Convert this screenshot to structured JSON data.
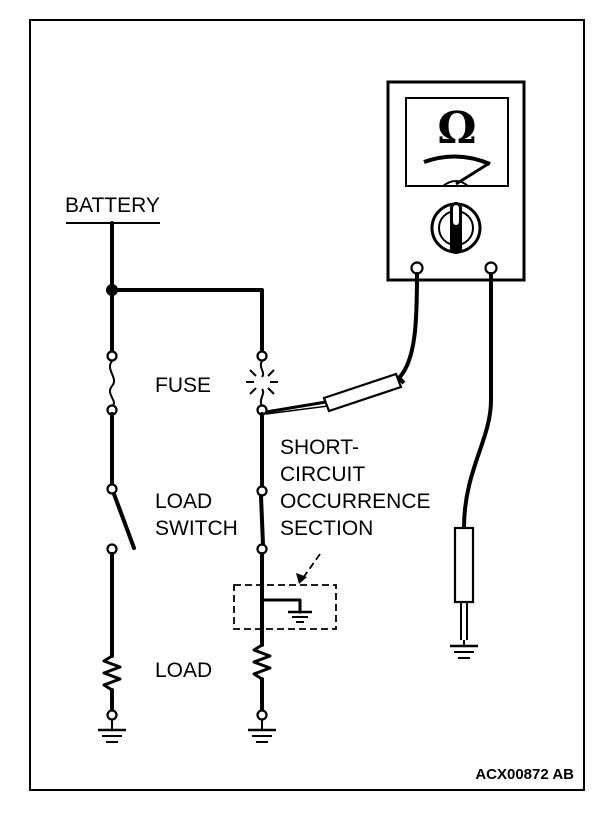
{
  "labels": {
    "battery": "BATTERY",
    "fuse": "FUSE",
    "load_switch_line1": "LOAD",
    "load_switch_line2": "SWITCH",
    "load": "LOAD",
    "short_line1": "SHORT-",
    "short_line2": "CIRCUIT",
    "short_line3": "OCCURRENCE",
    "short_line4": "SECTION",
    "figure_code": "ACX00872 AB",
    "meter_symbol": "Ω"
  },
  "icons": {
    "meter": "ohmmeter-icon",
    "ground": "ground-symbol-icon",
    "fuse_blown": "blown-fuse-icon"
  }
}
